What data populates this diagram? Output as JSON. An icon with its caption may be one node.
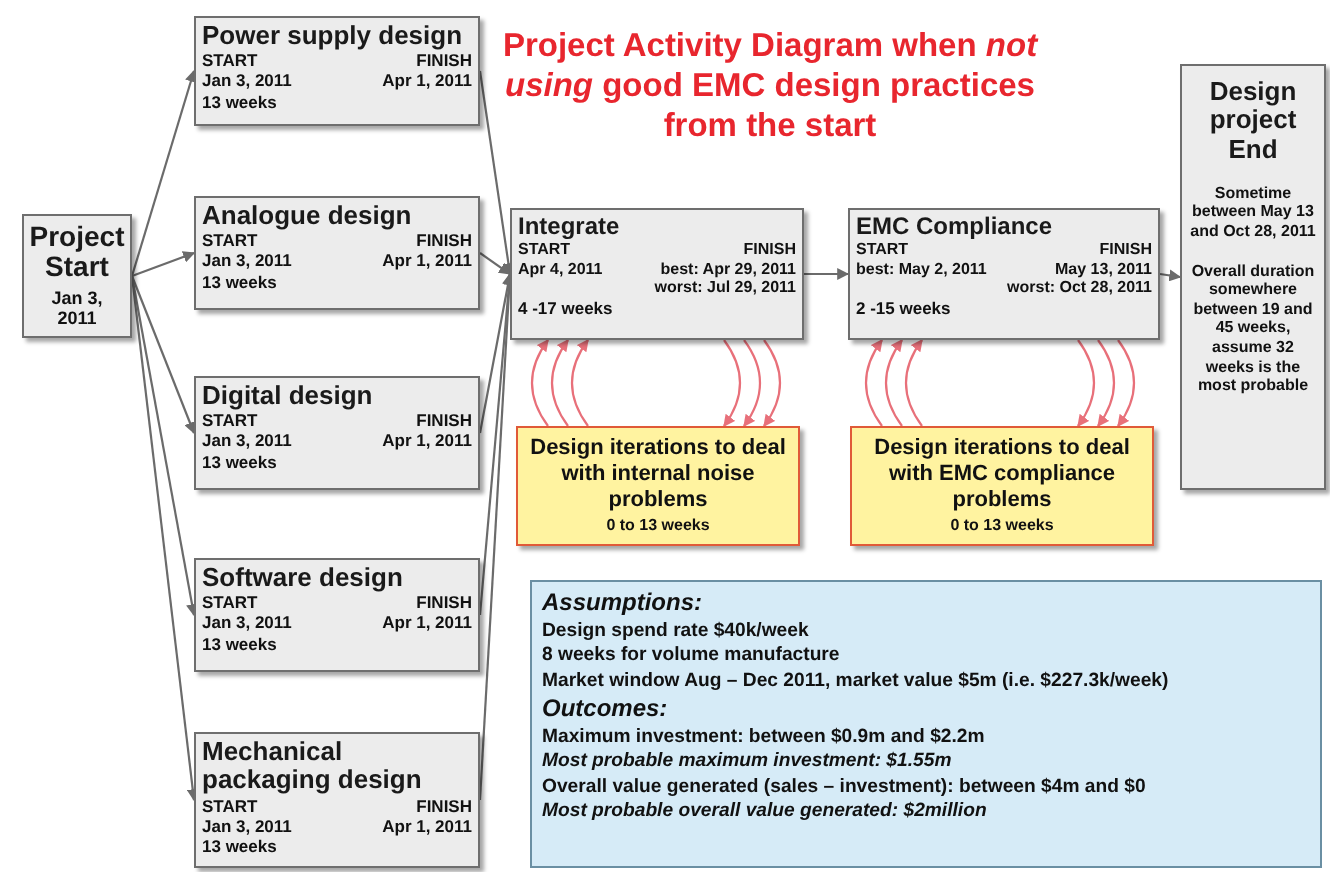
{
  "diagram": {
    "title": "Project Activity Diagram when *not using* good EMC design practices from the start",
    "nodes": [
      {
        "text": [
          "Project Start",
          "Jan 3, 2011"
        ]
      },
      {
        "text": [
          "Power supply design",
          "START",
          "FINISH",
          "Jan 3, 2011",
          "Apr 1, 2011",
          "13 weeks"
        ]
      },
      {
        "text": [
          "Analogue design",
          "START",
          "FINISH",
          "Jan 3, 2011",
          "Apr 1, 2011",
          "13 weeks"
        ]
      },
      {
        "text": [
          "Digital design",
          "START",
          "FINISH",
          "Jan 3, 2011",
          "Apr 1, 2011",
          "13 weeks"
        ]
      },
      {
        "text": [
          "Software design",
          "START",
          "FINISH",
          "Jan 3, 2011",
          "Apr 1, 2011",
          "13 weeks"
        ]
      },
      {
        "text": [
          "Mechanical packaging design",
          "START",
          "FINISH",
          "Jan 3, 2011",
          "Apr 1, 2011",
          "13 weeks"
        ]
      },
      {
        "text": [
          "Integrate",
          "START",
          "FINISH",
          "Apr 4, 2011",
          "best: Apr 29, 2011",
          "worst: Jul 29, 2011",
          "4 -17 weeks"
        ]
      },
      {
        "text": [
          "EMC Compliance",
          "START",
          "FINISH",
          "best: May 2, 2011",
          "May 13, 2011",
          "worst: Oct 28, 2011",
          "2 -15 weeks"
        ]
      },
      {
        "text": [
          "Design project End",
          "Sometime between May 13 and Oct 28, 2011",
          "Overall duration somewhere between 19 and 45 weeks, assume 32 weeks is the most probable"
        ]
      },
      {
        "text": [
          "Design iterations to deal with internal noise problems",
          "0 to 13 weeks"
        ]
      },
      {
        "text": [
          "Design iterations to deal with EMC compliance problems",
          "0 to 13 weeks"
        ]
      },
      {
        "text": [
          "Assumptions:",
          "Design spend rate $40k/week",
          "8 weeks for volume manufacture",
          "Market window Aug – Dec 2011, market value $5m (i.e. $227.3k/week)",
          "Outcomes:",
          "Maximum investment: between $0.9m and $2.2m",
          "Most probable maximum investment: $1.55m",
          "Overall value generated (sales – investment): between $4m and $0",
          "Most probable overall value generated: $2million"
        ]
      }
    ],
    "edges": [
      {
        "from": 0,
        "to": 1,
        "arrow": "to"
      },
      {
        "from": 0,
        "to": 2,
        "arrow": "to"
      },
      {
        "from": 0,
        "to": 3,
        "arrow": "to"
      },
      {
        "from": 0,
        "to": 4,
        "arrow": "to"
      },
      {
        "from": 0,
        "to": 5,
        "arrow": "to"
      },
      {
        "from": 1,
        "to": 6,
        "arrow": "to"
      },
      {
        "from": 2,
        "to": 6,
        "arrow": "to"
      },
      {
        "from": 3,
        "to": 6,
        "arrow": "to"
      },
      {
        "from": 4,
        "to": 6,
        "arrow": "to"
      },
      {
        "from": 5,
        "to": 6,
        "arrow": "to"
      },
      {
        "from": 6,
        "to": 7,
        "arrow": "to"
      },
      {
        "from": 7,
        "to": 8,
        "arrow": "to"
      },
      {
        "from": 9,
        "to": 6,
        "arrow": "to",
        "color": "#e8707a"
      },
      {
        "from": 9,
        "to": 6,
        "arrow": "to",
        "color": "#e8707a"
      },
      {
        "from": 9,
        "to": 6,
        "arrow": "to",
        "color": "#e8707a"
      },
      {
        "from": 6,
        "to": 9,
        "arrow": "to",
        "color": "#e8707a"
      },
      {
        "from": 6,
        "to": 9,
        "arrow": "to",
        "color": "#e8707a"
      },
      {
        "from": 6,
        "to": 9,
        "arrow": "to",
        "color": "#e8707a"
      },
      {
        "from": 10,
        "to": 7,
        "arrow": "to",
        "color": "#e8707a"
      },
      {
        "from": 10,
        "to": 7,
        "arrow": "to",
        "color": "#e8707a"
      },
      {
        "from": 10,
        "to": 7,
        "arrow": "to",
        "color": "#e8707a"
      },
      {
        "from": 7,
        "to": 10,
        "arrow": "to",
        "color": "#e8707a"
      },
      {
        "from": 7,
        "to": 10,
        "arrow": "to",
        "color": "#e8707a"
      },
      {
        "from": 7,
        "to": 10,
        "arrow": "to",
        "color": "#e8707a"
      }
    ]
  }
}
